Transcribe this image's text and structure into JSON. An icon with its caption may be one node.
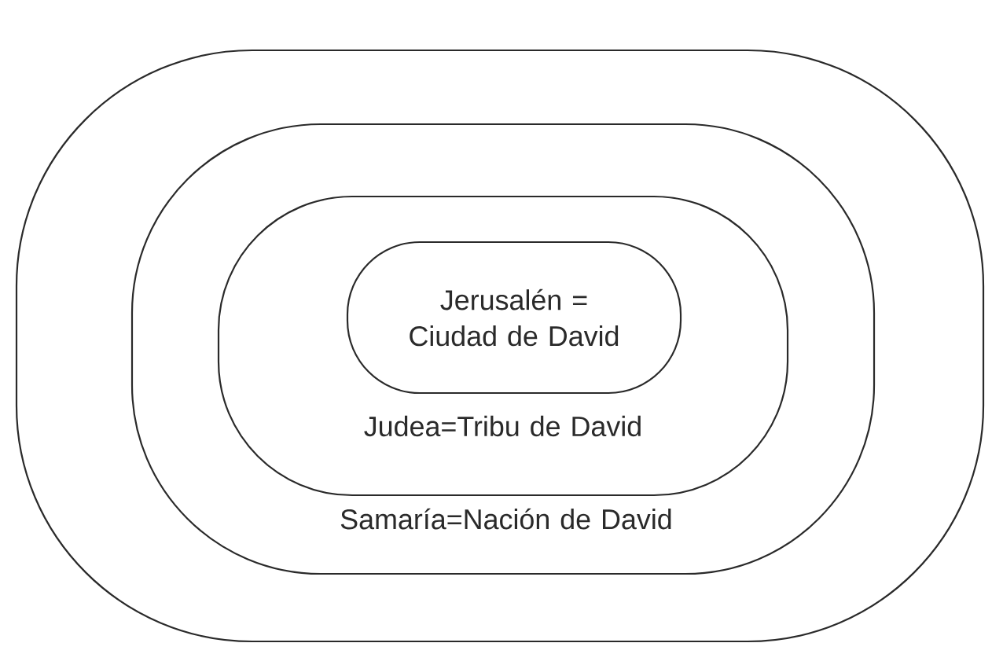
{
  "diagram": {
    "nodes": [
      {
        "text": [],
        "shape": "oval"
      },
      {
        "text": [
          "Samaría=Nación de David"
        ],
        "in": 0
      },
      {
        "text": [
          "Judea=Tribu de David"
        ],
        "in": 1
      },
      {
        "text": [
          "Jerusalén = Ciudad de David"
        ],
        "in": 2
      }
    ]
  }
}
